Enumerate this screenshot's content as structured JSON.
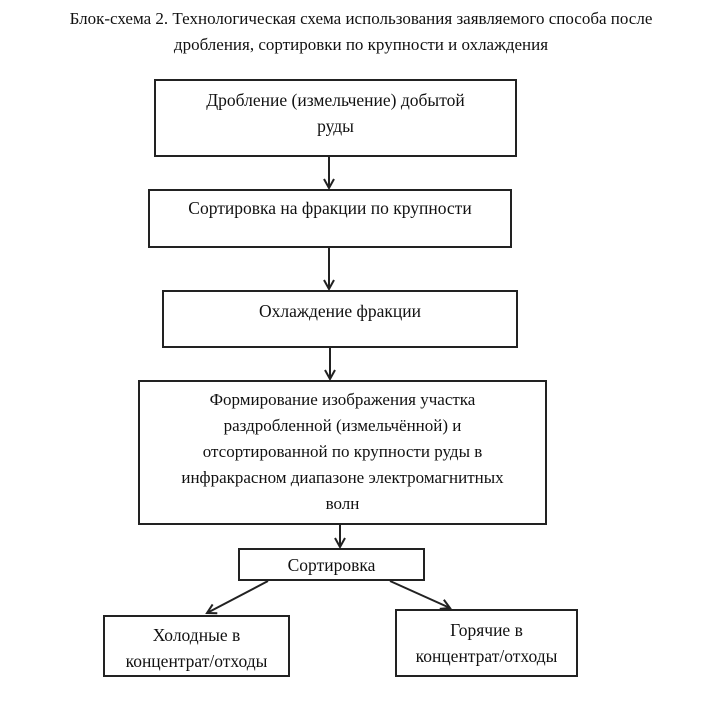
{
  "title": {
    "line1": "Блок-схема 2. Технологическая схема использования заявляемого способа после",
    "line2": "дробления, сортировки по крупности и охлаждения"
  },
  "steps": [
    {
      "lines": [
        "Дробление (измельчение) добытой",
        "руды"
      ]
    },
    {
      "lines": [
        "Сортировка на фракции по крупности"
      ]
    },
    {
      "lines": [
        "Охлаждение  фракции"
      ]
    },
    {
      "lines": [
        "Формирование изображения участка",
        "раздробленной (измельчённой)  и",
        "отсортированной по крупности руды в",
        "инфракрасном диапазоне электромагнитных",
        "волн"
      ]
    },
    {
      "lines": [
        "Сортировка"
      ]
    }
  ],
  "outcomes": {
    "cold": {
      "lines": [
        "Холодные в",
        "концентрат/отходы"
      ]
    },
    "hot": {
      "lines": [
        "Горячие в",
        "концентрат/отходы"
      ]
    }
  }
}
